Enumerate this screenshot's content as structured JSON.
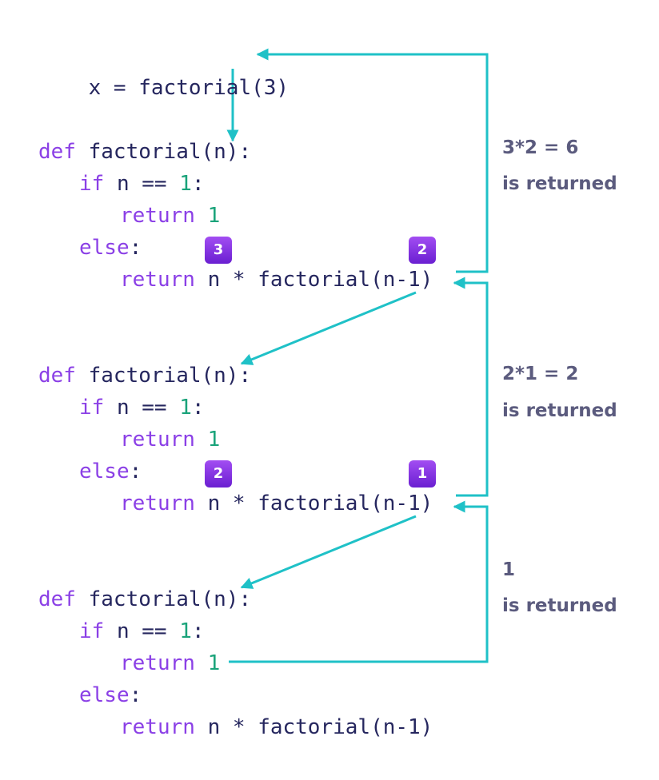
{
  "top": {
    "assign": "x = factorial(3)"
  },
  "blocks": [
    {
      "def_kw": "def",
      "def_rest": " factorial(n):",
      "if_kw": "if",
      "if_cond": " n == ",
      "if_num": "1",
      "if_colon": ":",
      "ret1_kw": "return",
      "ret1_num": "1",
      "else_kw": "else",
      "else_colon": ":",
      "ret2_kw": "return",
      "ret2_rest": " n * factorial(n-1)",
      "badge_left": "3",
      "badge_right": "2"
    },
    {
      "def_kw": "def",
      "def_rest": " factorial(n):",
      "if_kw": "if",
      "if_cond": " n == ",
      "if_num": "1",
      "if_colon": ":",
      "ret1_kw": "return",
      "ret1_num": "1",
      "else_kw": "else",
      "else_colon": ":",
      "ret2_kw": "return",
      "ret2_rest": " n * factorial(n-1)",
      "badge_left": "2",
      "badge_right": "1"
    },
    {
      "def_kw": "def",
      "def_rest": " factorial(n):",
      "if_kw": "if",
      "if_cond": " n == ",
      "if_num": "1",
      "if_colon": ":",
      "ret1_kw": "return",
      "ret1_num": "1",
      "else_kw": "else",
      "else_colon": ":",
      "ret2_kw": "return",
      "ret2_rest": " n * factorial(n-1)"
    }
  ],
  "notes": [
    {
      "line1": "3*2 = 6",
      "line2": "is returned"
    },
    {
      "line1": "2*1 = 2",
      "line2": "is returned"
    },
    {
      "line1": "1",
      "line2": "is returned"
    }
  ],
  "colors": {
    "keyword": "#8b40e6",
    "number": "#1aa37a",
    "text": "#25265e",
    "arrow": "#1fc1c7",
    "note": "#5b5b7e",
    "badge": "#8b40e6"
  }
}
